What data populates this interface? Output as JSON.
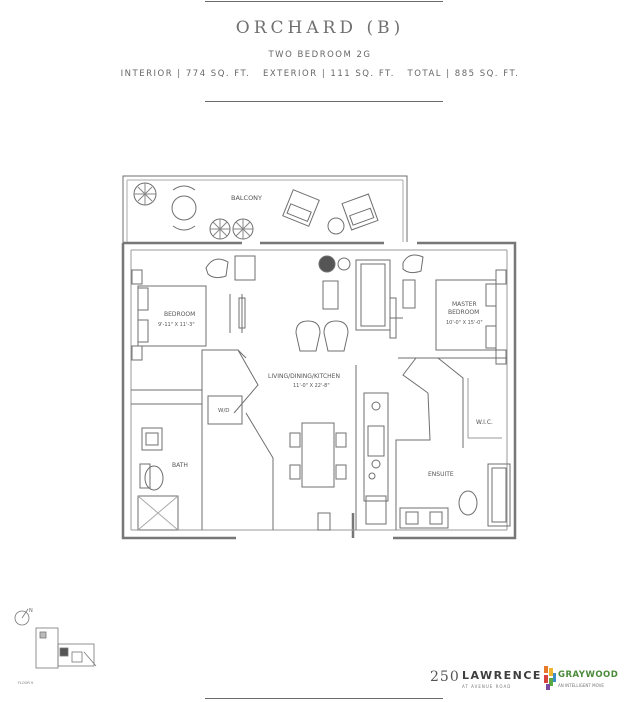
{
  "header": {
    "title": "ORCHARD (B)",
    "subtitle": "TWO BEDROOM 2G",
    "areas": "INTERIOR | 774 SQ. FT.   EXTERIOR | 111 SQ. FT.   TOTAL | 885 SQ. FT."
  },
  "rooms": {
    "balcony": "BALCONY",
    "bedroom": "BEDROOM",
    "bedroom_dim": "9'-11\" X 11'-3\"",
    "master": "MASTER",
    "master_bedroom": "BEDROOM",
    "master_dim": "10'-0\" X 15'-0\"",
    "living": "LIVING/DINING/KITCHEN",
    "living_dim": "11'-0\" X 22'-8\"",
    "wd": "W/D",
    "bath": "BATH",
    "wic": "W.I.C.",
    "ensuite": "ENSUITE"
  },
  "keyplan": {
    "floor_label": "FLOOR 9",
    "north": "N"
  },
  "branding": {
    "number": "250",
    "name": "LAWRENCE",
    "sub": "AT AVENUE ROAD",
    "developer": "GRAYWOOD",
    "developer_tag": "AN INTELLIGENT MOVE"
  }
}
